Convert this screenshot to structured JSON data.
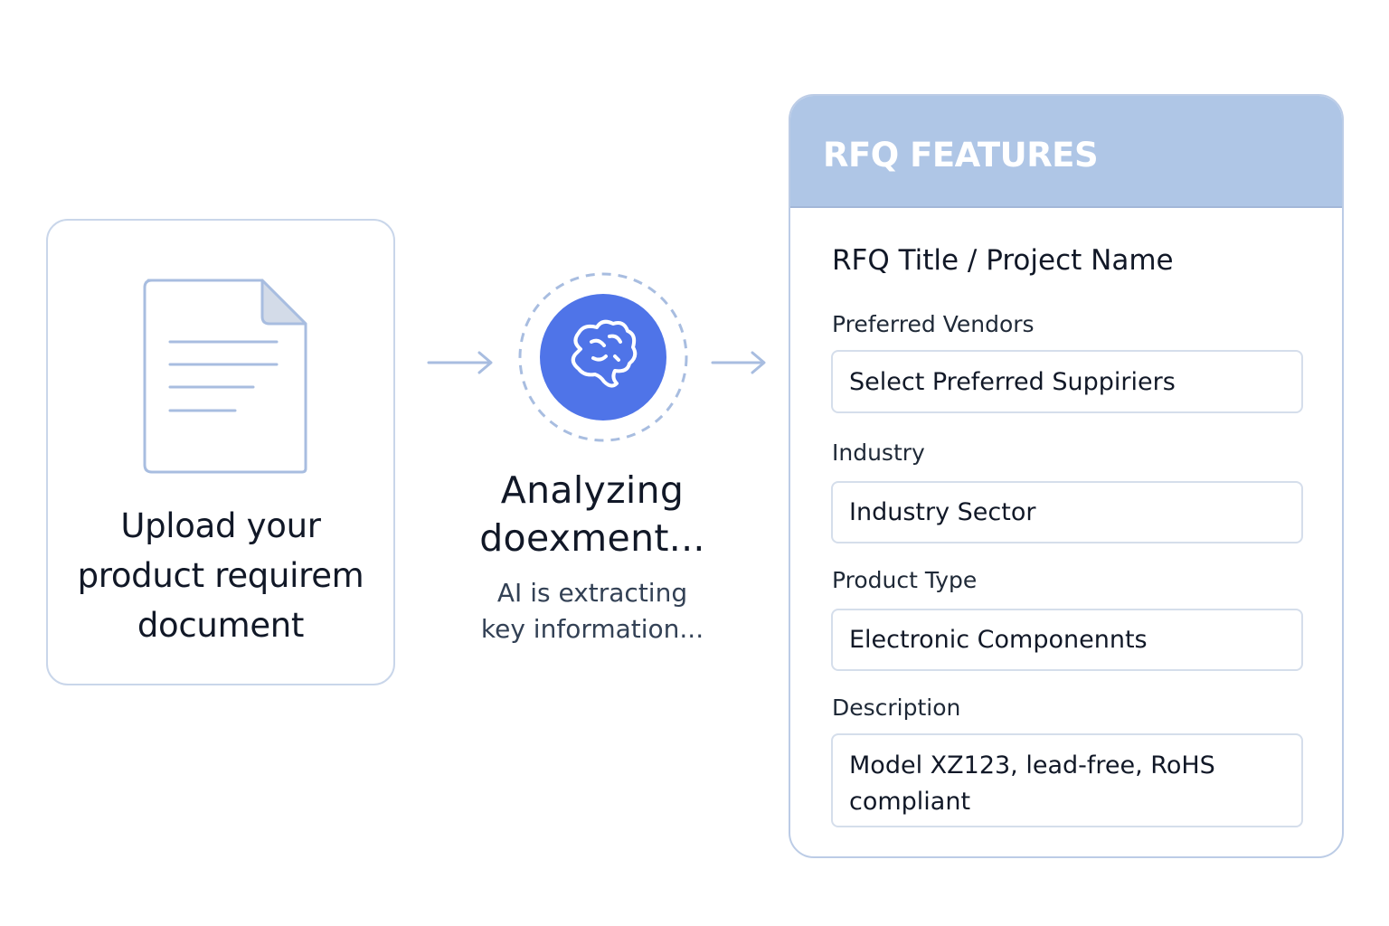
{
  "upload": {
    "title": "Upload your\nproduct requirem\ndocument",
    "icon": "document-icon"
  },
  "analyze": {
    "title": "Analyzing\ndoexment...",
    "subtitle": "AI is extracting\nkey information...",
    "icon": "brain-icon",
    "accent": "#4f74e8"
  },
  "rfq": {
    "header": "RFQ FEATURES",
    "project_title": "RFQ Title / Project Name",
    "fields": [
      {
        "label": "Preferred Vendors",
        "value": "Select Preferred Suppiriers"
      },
      {
        "label": "Industry",
        "value": "Industry Sector"
      },
      {
        "label": "Product Type",
        "value": "Electronic Componennts"
      },
      {
        "label": "Description",
        "value": "Model XZ123, lead-free, RoHS compliant"
      }
    ],
    "header_color": "#afc6e6"
  }
}
